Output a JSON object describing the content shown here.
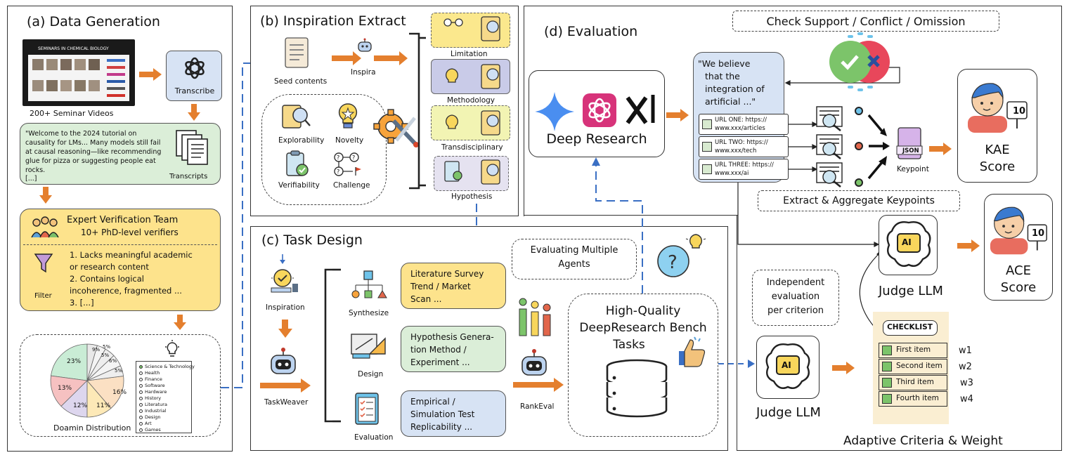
{
  "panel_a": {
    "title": "(a) Data Generation",
    "seminar_banner": "SEMINARS IN CHEMICAL BIOLOGY",
    "videos_label": "200+ Seminar Videos",
    "transcribe_label": "Transcribe",
    "transcripts_label": "Transcripts",
    "transcript_quote": [
      "\"Welcome to the 2024 tutorial on",
      "causality for LMs... Many models still fail",
      "at causal reasoning—like recommending",
      "glue for pizza or suggesting people eat",
      "rocks.",
      "[...]"
    ],
    "team_title": "Expert Verification Team",
    "team_sub": "10+ PhD-level verifiers",
    "filter_label": "Filter",
    "filter_items": [
      "1. Lacks meaningful academic",
      "or research content",
      "2. Contains logical",
      "incoherence, fragmented ...",
      "3. [...]"
    ],
    "distribution_label": "Doamin Distribution",
    "pie_pcts": [
      "23%",
      "13%",
      "12%",
      "11%",
      "16%",
      "5%",
      "6%",
      "5%",
      "5%",
      "9%"
    ],
    "legend": [
      "Science & Technology",
      "Health",
      "Finance",
      "Software",
      "Hardware",
      "History",
      "Literatura",
      "Industrial",
      "Design",
      "Art",
      "Games"
    ]
  },
  "panel_b": {
    "title": "(b) Inspiration Extract",
    "seed_label": "Seed contents",
    "inspira_label": "Inspira",
    "criteria": [
      "Explorability",
      "Novelty",
      "Verifiability",
      "Challenge"
    ],
    "outputs": [
      "Limitation",
      "Methodology",
      "Transdisciplinary",
      "Hypothesis"
    ]
  },
  "panel_c": {
    "title": "(c) Task Design",
    "inspiration_label": "Inspiration",
    "taskweaver_label": "TaskWeaver",
    "types": [
      "Synthesize",
      "Design",
      "Evaluation"
    ],
    "type_boxes": [
      [
        "Literature Survey",
        "Trend / Market",
        "Scan ..."
      ],
      [
        "Hypothesis Genera-",
        "tion Method /",
        "Experiment ..."
      ],
      [
        "Empirical /",
        "Simulation Test",
        "Replicability ..."
      ]
    ],
    "multi_agents": [
      "Evaluating Multiple",
      "Agents"
    ],
    "rankeval_label": "RankEval",
    "bench_title": [
      "High-Quality",
      "DeepResearch Bench",
      "Tasks"
    ]
  },
  "panel_d": {
    "title": "(d) Evaluation",
    "check_label": "Check Support / Conflict / Omission",
    "deep_research": "Deep Research",
    "quote": [
      "\"We believe",
      "that the",
      "integration of",
      "artificial ...\""
    ],
    "urls": [
      [
        "URL ONE: https://",
        "www.xxx/articles"
      ],
      [
        "URL TWO: https://",
        "www.xxx/tech"
      ],
      [
        "URL THREE: https://",
        "www.xxx/ai"
      ]
    ],
    "keypoint_label": "Keypoint",
    "json_label": "JSON",
    "extract_label": "Extract & Aggregate Keypoints",
    "kae_score": [
      "KAE",
      "Score"
    ],
    "ace_score": [
      "ACE",
      "Score"
    ],
    "judge_llm_1": "Judge LLM",
    "judge_llm_2": "Judge LLM",
    "ai_label": "AI",
    "independent": [
      "Independent",
      "evaluation",
      "per criterion"
    ],
    "checklist_title": "CHECKLIST",
    "checklist_items": [
      "First item",
      "Second item",
      "Third item",
      "Fourth item"
    ],
    "weights": [
      "w1",
      "w2",
      "w3",
      "w4"
    ],
    "adaptive_label": "Adaptive Criteria & Weight",
    "score_badge": "10"
  }
}
